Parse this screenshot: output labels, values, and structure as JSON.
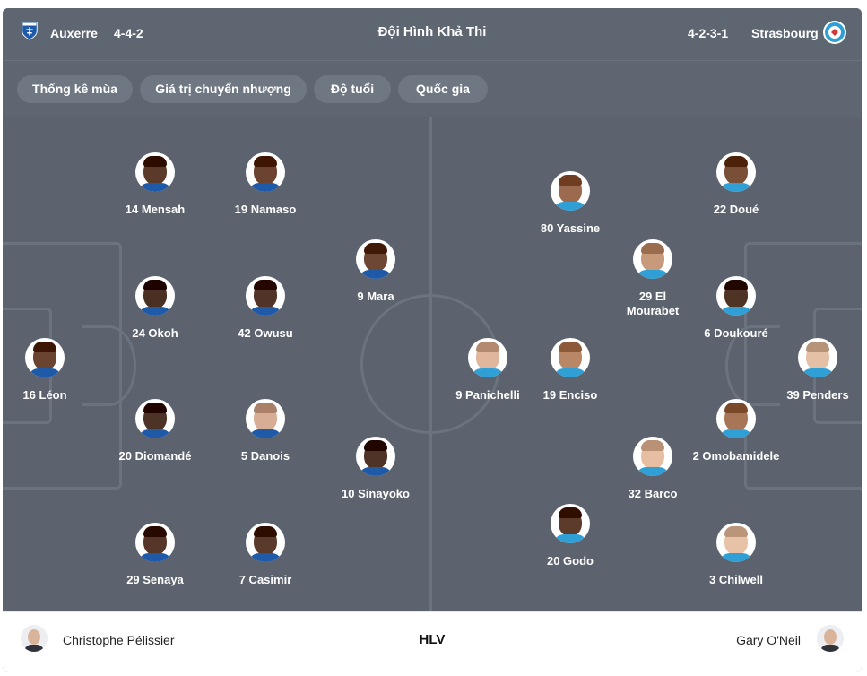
{
  "header": {
    "home_team": "Auxerre",
    "home_formation": "4-4-2",
    "title": "Đội Hình Khả Thi",
    "away_formation": "4-2-3-1",
    "away_team": "Strasbourg"
  },
  "filters": [
    "Thống kê mùa",
    "Giá trị chuyển nhượng",
    "Độ tuổi",
    "Quốc gia"
  ],
  "home_players": [
    {
      "label": "14 Mensah",
      "skin": "#5b3a2a"
    },
    {
      "label": "19 Namaso",
      "skin": "#6b4330"
    },
    {
      "label": "9 Mara",
      "skin": "#6e4634"
    },
    {
      "label": "24 Okoh",
      "skin": "#4a2f23"
    },
    {
      "label": "42 Owusu",
      "skin": "#523327"
    },
    {
      "label": "16 Léon",
      "skin": "#6a4331"
    },
    {
      "label": "20 Diomandé",
      "skin": "#4d3226"
    },
    {
      "label": "5 Danois",
      "skin": "#d7ad95"
    },
    {
      "label": "10 Sinayoko",
      "skin": "#4e3326"
    },
    {
      "label": "29 Senaya",
      "skin": "#553629"
    },
    {
      "label": "7 Casimir",
      "skin": "#5a3a2b"
    }
  ],
  "away_players": [
    {
      "label": "80 Yassine",
      "skin": "#9c6b4f"
    },
    {
      "label": "22 Doué",
      "skin": "#7a4f38"
    },
    {
      "label": "29 El Mourabet",
      "skin": "#c79a7c"
    },
    {
      "label": "6 Doukouré",
      "skin": "#4f3325"
    },
    {
      "label": "9 Panichelli",
      "skin": "#e0b79d"
    },
    {
      "label": "19 Enciso",
      "skin": "#b98765"
    },
    {
      "label": "39 Penders",
      "skin": "#e3c0a6"
    },
    {
      "label": "2 Omobamidele",
      "skin": "#a77657"
    },
    {
      "label": "32 Barco",
      "skin": "#e6bfa2"
    },
    {
      "label": "20 Godo",
      "skin": "#5c3b2b"
    },
    {
      "label": "3 Chilwell",
      "skin": "#e7c2a6"
    }
  ],
  "coaches": {
    "label": "HLV",
    "home": "Christophe Pélissier",
    "away": "Gary O'Neil"
  },
  "colors": {
    "home_badge": "#1f5aa8",
    "away_badge": "#2f9fd6",
    "pitch": "#5c636e"
  }
}
